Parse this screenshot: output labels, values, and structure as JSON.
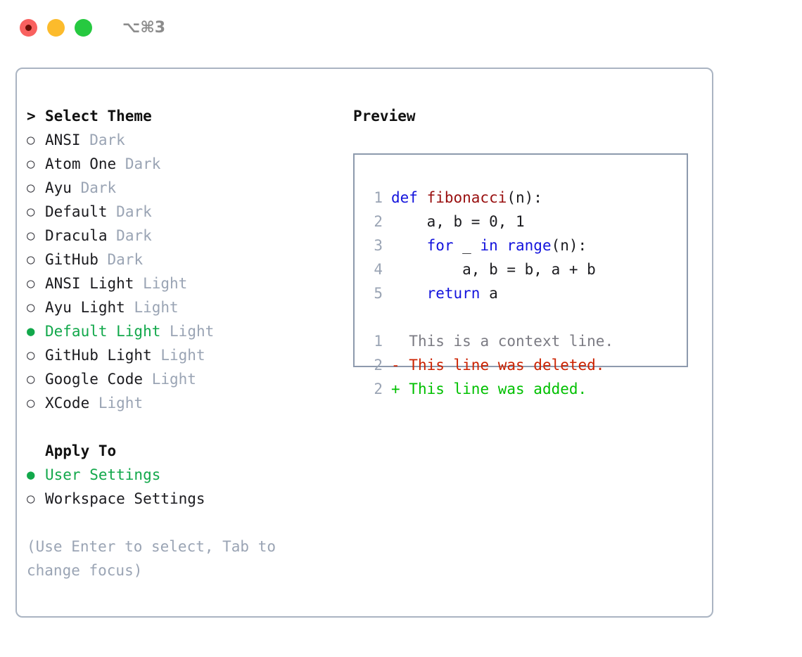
{
  "titlebar": {
    "lights": [
      {
        "name": "close-button",
        "color": "#f9615f"
      },
      {
        "name": "minimize-button",
        "color": "#fcbb2c"
      },
      {
        "name": "maximize-button",
        "color": "#26c940"
      }
    ],
    "shortcut": "⌥⌘3"
  },
  "theme_section": {
    "header": "Select Theme",
    "caret": ">",
    "marker_selected": "●",
    "marker_unselected": "○",
    "items": [
      {
        "label": "ANSI",
        "mode": "Dark",
        "selected": false
      },
      {
        "label": "Atom One",
        "mode": "Dark",
        "selected": false
      },
      {
        "label": "Ayu",
        "mode": "Dark",
        "selected": false
      },
      {
        "label": "Default",
        "mode": "Dark",
        "selected": false
      },
      {
        "label": "Dracula",
        "mode": "Dark",
        "selected": false
      },
      {
        "label": "GitHub",
        "mode": "Dark",
        "selected": false
      },
      {
        "label": "ANSI Light",
        "mode": "Light",
        "selected": false
      },
      {
        "label": "Ayu Light",
        "mode": "Light",
        "selected": false
      },
      {
        "label": "Default Light",
        "mode": "Light",
        "selected": true
      },
      {
        "label": "GitHub Light",
        "mode": "Light",
        "selected": false
      },
      {
        "label": "Google Code",
        "mode": "Light",
        "selected": false
      },
      {
        "label": "XCode",
        "mode": "Light",
        "selected": false
      }
    ]
  },
  "apply_section": {
    "header": "Apply To",
    "items": [
      {
        "label": "User Settings",
        "selected": true
      },
      {
        "label": "Workspace Settings",
        "selected": false
      }
    ]
  },
  "hint": "(Use Enter to select, Tab to change focus)",
  "preview": {
    "title": "Preview",
    "code_lines": [
      {
        "number": "1",
        "tokens": [
          {
            "t": "def ",
            "c": "kw"
          },
          {
            "t": "fibonacci",
            "c": "fn"
          },
          {
            "t": "(n):",
            "c": "plain"
          }
        ]
      },
      {
        "number": "2",
        "tokens": [
          {
            "t": "    a, b = 0, 1",
            "c": "plain"
          }
        ]
      },
      {
        "number": "3",
        "tokens": [
          {
            "t": "    ",
            "c": "plain"
          },
          {
            "t": "for",
            "c": "kw"
          },
          {
            "t": " _ ",
            "c": "plain"
          },
          {
            "t": "in range",
            "c": "kw"
          },
          {
            "t": "(n):",
            "c": "plain"
          }
        ]
      },
      {
        "number": "4",
        "tokens": [
          {
            "t": "        a, b = b, a + b",
            "c": "plain"
          }
        ]
      },
      {
        "number": "5",
        "tokens": [
          {
            "t": "    ",
            "c": "plain"
          },
          {
            "t": "return",
            "c": "kw"
          },
          {
            "t": " a",
            "c": "plain"
          }
        ]
      }
    ],
    "diff_lines": [
      {
        "number": "1",
        "marker": " ",
        "text": " This is a context line.",
        "kind": "ctx"
      },
      {
        "number": "2",
        "marker": "-",
        "text": " This line was deleted.",
        "kind": "del"
      },
      {
        "number": "2",
        "marker": "+",
        "text": " This line was added.",
        "kind": "add"
      }
    ]
  },
  "colors": {
    "selected_green": "#12a84b",
    "added_green": "#00c000",
    "deleted_red": "#cc2200",
    "keyword_blue": "#1414dd",
    "function_red": "#990f0f",
    "muted_gray": "#9aa4b4",
    "border_gray": "#aab4c2"
  }
}
